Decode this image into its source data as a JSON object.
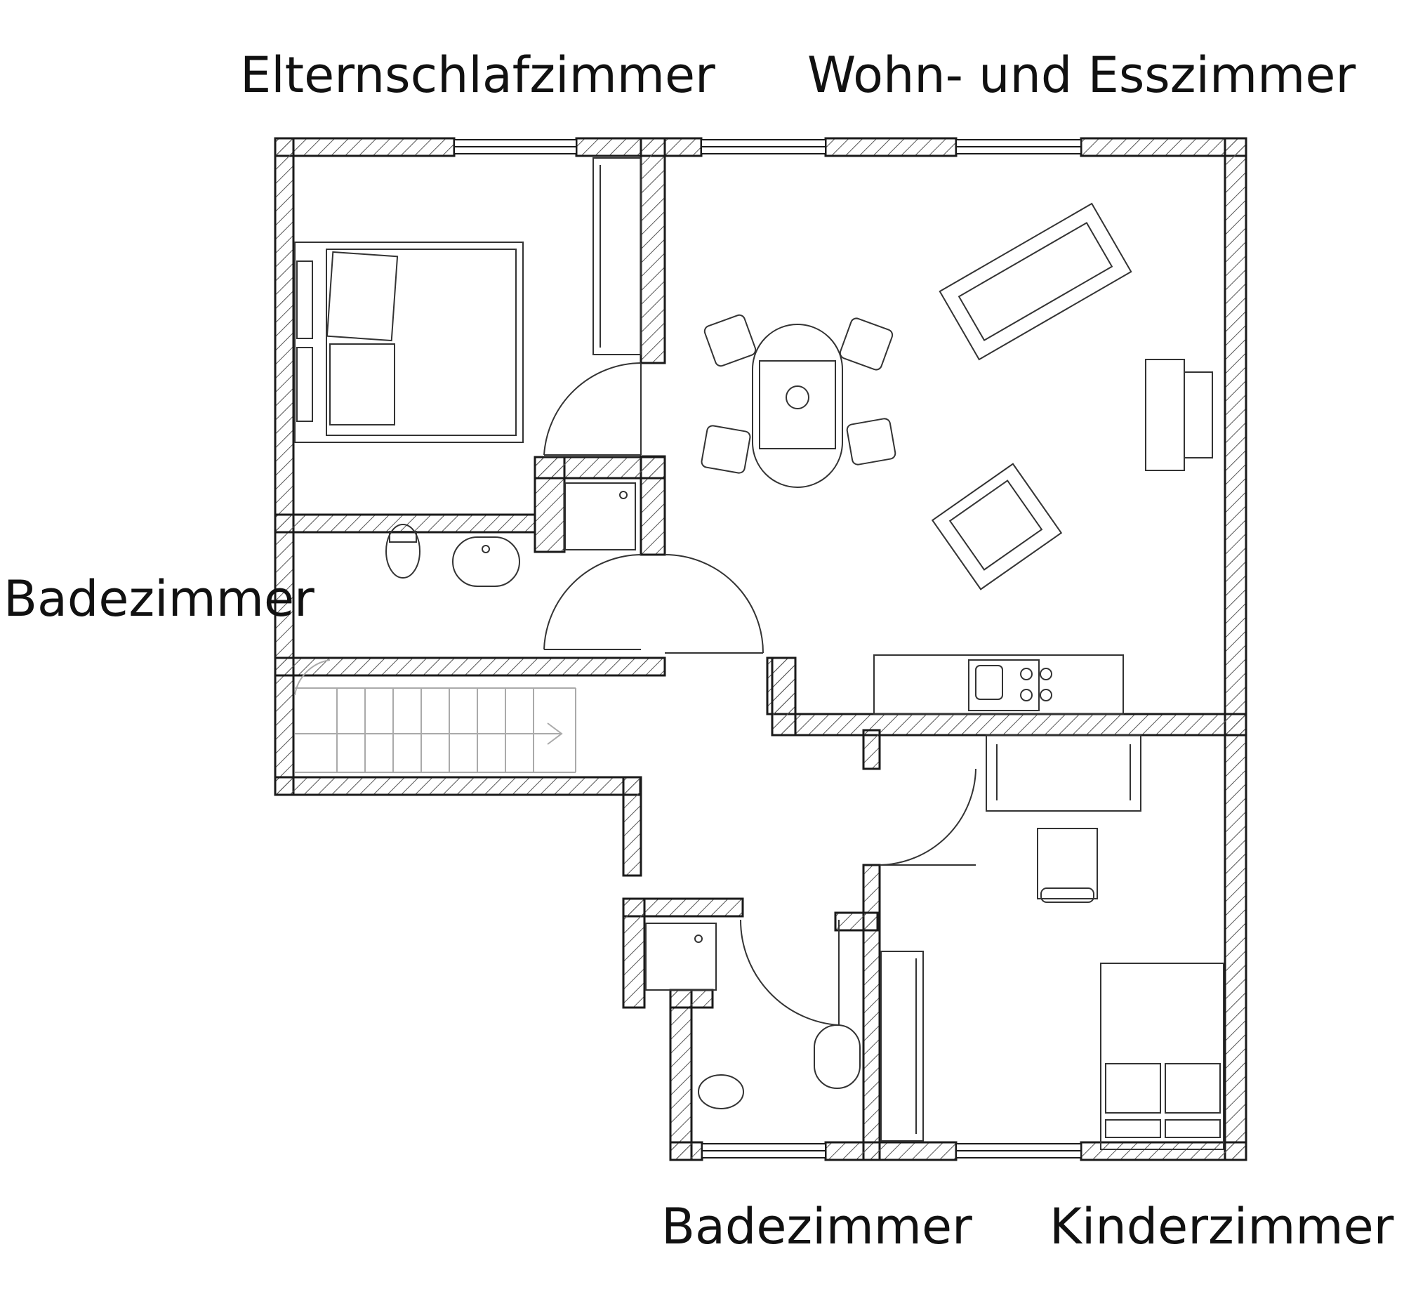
{
  "rooms": {
    "master_bedroom": "Elternschlafzimmer",
    "living_dining": "Wohn- und Esszimmer",
    "bathroom_upper": "Badezimmer",
    "bathroom_lower": "Badezimmer",
    "childrens_room": "Kinderzimmer"
  },
  "colors": {
    "wall": "#1a1a1a",
    "hatch": "#555555",
    "furniture": "#333333",
    "stair": "#aaaaaa",
    "background": "#ffffff"
  }
}
